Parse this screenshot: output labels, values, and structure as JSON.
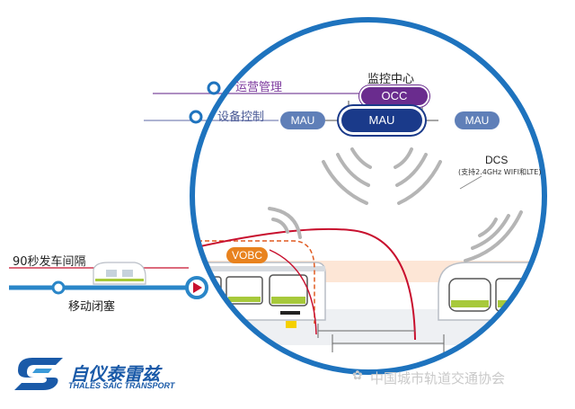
{
  "diagram": {
    "layer_ops": "运营管理",
    "layer_equipment": "设备控制",
    "control_center": "监控中心",
    "occ": "OCC",
    "mau_left": "MAU",
    "mau_center": "MAU",
    "mau_right": "MAU",
    "dcs": "DCS",
    "dcs_note": "(支持2.4GHz WIFI和LTE)",
    "vobc": "VOBC",
    "headway": "90秒发车间隔",
    "moving_block": "移动闭塞"
  },
  "branding": {
    "logo_cn": "自仪泰雷兹",
    "logo_en": "THALES SAIC TRANSPORT",
    "watermark": "中国城市轨道交通协会"
  },
  "colors": {
    "ring_blue": "#1e73be",
    "track_blue": "#2a86c8",
    "occ_purple": "#6a2c8e",
    "mau_navy": "#1a3a8a",
    "mau_side": "#5f7fb8",
    "vobc_orange": "#e8821e",
    "train_green": "#a7c93b",
    "red_line": "#c8102e"
  }
}
